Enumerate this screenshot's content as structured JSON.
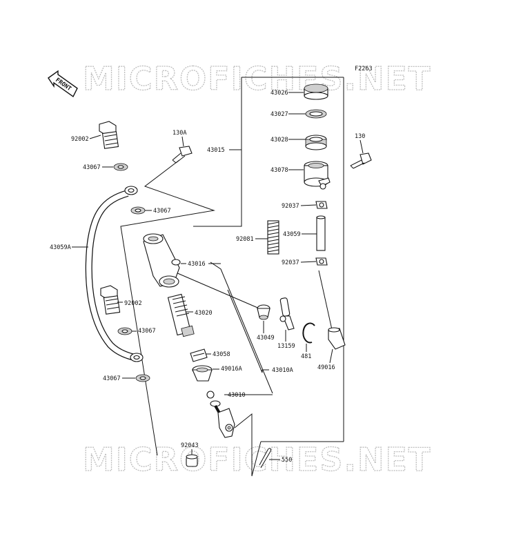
{
  "diagram": {
    "figure_code": "F2263",
    "front_label": "FRONT",
    "watermark_text": "MICROFICHES.NET",
    "labels": {
      "p43026": "43026",
      "p43027": "43027",
      "p43028": "43028",
      "p43078": "43078",
      "p130": "130",
      "p130a": "130A",
      "p43015": "43015",
      "p92002_top": "92002",
      "p43067_a": "43067",
      "p43067_b": "43067",
      "p92037_a": "92037",
      "p43059": "43059",
      "p92081": "92081",
      "p43059a": "43059A",
      "p43016": "43016",
      "p92037_b": "92037",
      "p92002_mid": "92002",
      "p43020": "43020",
      "p43067_c": "43067",
      "p43049": "43049",
      "p13159": "13159",
      "p481": "481",
      "p49016": "49016",
      "p43058": "43058",
      "p49016a": "49016A",
      "p43010a": "43010A",
      "p43067_d": "43067",
      "p43010": "43010",
      "p92043": "92043",
      "p550": "550"
    }
  }
}
